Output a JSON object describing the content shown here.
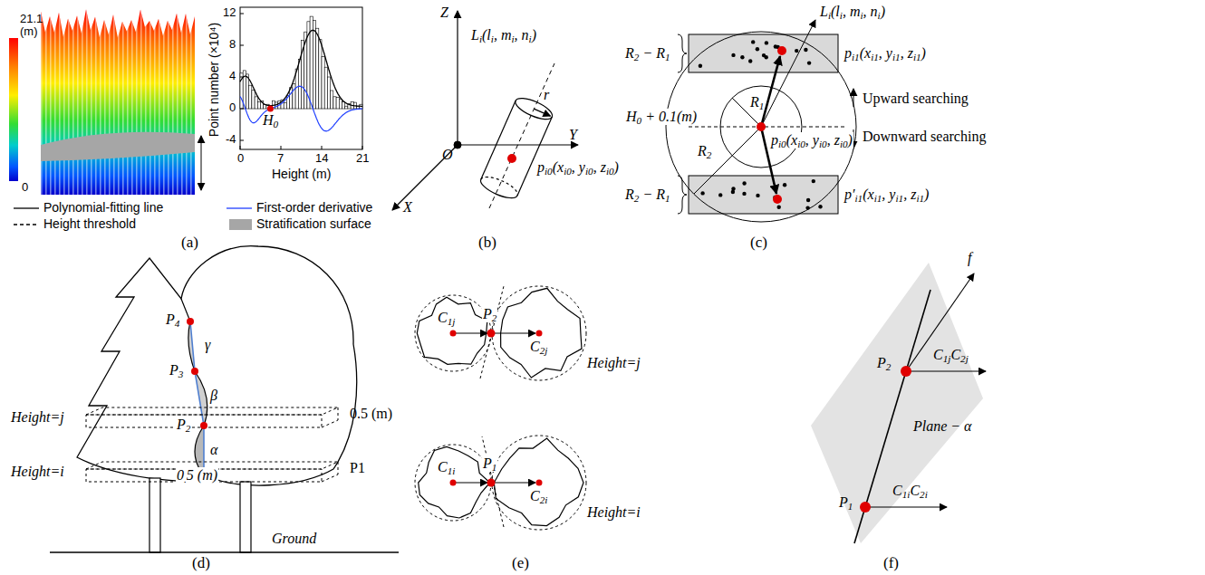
{
  "diagram": {
    "labels": [
      "21.1",
      "(m)",
      "0",
      "12",
      "8",
      "4",
      "0",
      "-4",
      "Point number (×10⁴)",
      "0",
      "7",
      "14",
      "21",
      "Height (m)",
      "H0",
      "(a)",
      "Z",
      "Y",
      "X",
      "O",
      "Li(li, mi, ni)",
      "r",
      "pi0(xi0, yi0, zi0)",
      "(b)",
      "Li(li, mi, ni)",
      "R2 − R1",
      "pi1(xi1, yi1, zi1)",
      "Upward searching",
      "R1",
      "H0 + 0.1(m)",
      "pi0(xi0, yi0, zi0)",
      "Downward searching",
      "R2",
      "R2 − R1",
      "p′i1(xi1, yi1, zi1)",
      "(c)",
      "P4",
      "γ",
      "P3",
      "β",
      "Height=j",
      "0.5 (m)",
      "P2",
      "α",
      "Height=i",
      "P1",
      "0.5 (m)",
      "Ground",
      "(d)",
      "C1j",
      "P2",
      "C2j",
      "Height=j",
      "C1i",
      "P1",
      "C2i",
      "Height=i",
      "(e)",
      "f",
      "C1jC2j",
      "P2",
      "Plane − α",
      "P1",
      "C1iC2i",
      "(f)"
    ],
    "legend": [
      {
        "text": "Polynomial-fitting line"
      },
      {
        "text": "First-order derivative"
      },
      {
        "text": "Height threshold"
      },
      {
        "text": "Stratification surface",
        "color": "#a6a6a6"
      }
    ]
  }
}
